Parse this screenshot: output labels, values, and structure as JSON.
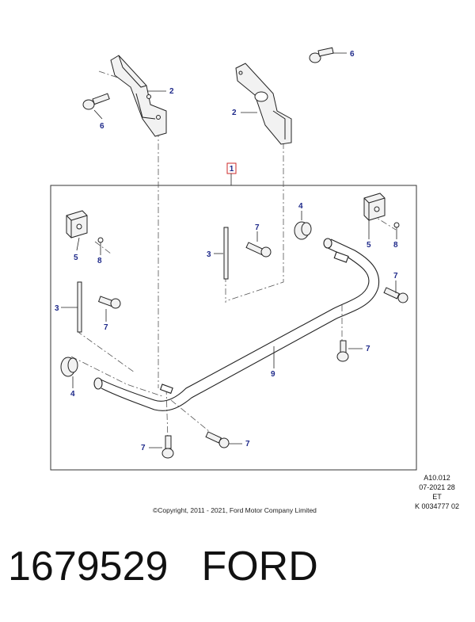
{
  "callouts": {
    "c1": "1",
    "c2a": "2",
    "c2b": "2",
    "c3a": "3",
    "c3b": "3",
    "c4a": "4",
    "c4b": "4",
    "c5a": "5",
    "c5b": "5",
    "c6a": "6",
    "c6b": "6",
    "c7a": "7",
    "c7b": "7",
    "c7c": "7",
    "c7d": "7",
    "c7e": "7",
    "c7f": "7",
    "c8a": "8",
    "c8b": "8",
    "c9": "9"
  },
  "reference": {
    "line1": "A10.012",
    "line2": "07-2021 28",
    "line3": "ET",
    "line4": "K 0034777 02"
  },
  "copyright": "©Copyright, 2011 - 2021, Ford Motor Company Limited",
  "part_number": "1679529",
  "brand": "FORD",
  "colors": {
    "callout_text": "#1f2a8a",
    "callout_box": "#cc2a2a",
    "line": "#222222"
  }
}
